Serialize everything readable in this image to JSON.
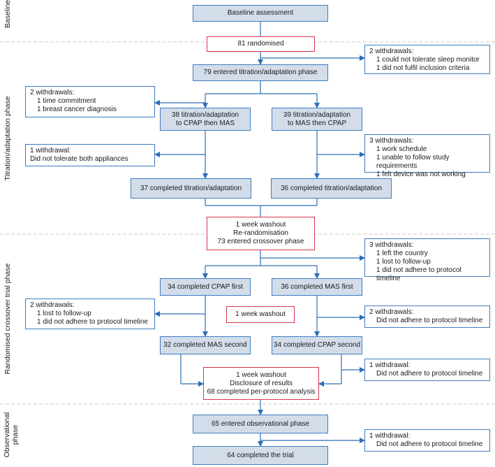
{
  "phases": {
    "baseline": "Baseline",
    "titration": "Titration/adaptation phase",
    "crossover": "Randomised crossover trial phase",
    "observational_line1": "Observational",
    "observational_line2": "phase"
  },
  "boxes": {
    "baseline_assessment": "Baseline assessment",
    "randomised": "81 randomised",
    "entered_titration": "79 entered titration/adaptation phase",
    "cpap_then_mas": [
      "38 titration/adaptation",
      "to CPAP then MAS"
    ],
    "mas_then_cpap": [
      "39 titration/adaptation",
      "to MAS then CPAP"
    ],
    "completed_left": "37 completed titration/adaptation",
    "completed_right": "36 completed titration/adaptation",
    "washout1": [
      "1 week washout",
      "Re-randomisation",
      "73 entered crossover phase"
    ],
    "cpap_first": "34 completed CPAP first",
    "mas_first": "36 completed MAS first",
    "washout2": "1 week washout",
    "mas_second": "32 completed MAS second",
    "cpap_second": "34 completed CPAP second",
    "washout3": [
      "1 week washout",
      "Disclosure of results",
      "68 completed per-protocol analysis"
    ],
    "entered_observational": "65 entered observational phase",
    "completed_trial": "64 completed the trial"
  },
  "withdrawals": {
    "w1": {
      "heading": "2 withdrawals:",
      "items": [
        "1 could not tolerate sleep monitor",
        "1 did not fulfil inclusion criteria"
      ]
    },
    "w2": {
      "heading": "2 withdrawals:",
      "items": [
        "1 time commitment",
        "1 breast cancer diagnosis"
      ]
    },
    "w3": {
      "heading": "1 withdrawal:",
      "items": [
        "Did not tolerate both appliances"
      ]
    },
    "w4": {
      "heading": "3 withdrawals:",
      "items": [
        "1 work schedule",
        "1 unable to follow study requirements",
        "1 felt device was not working"
      ]
    },
    "w5": {
      "heading": "3 withdrawals:",
      "items": [
        "1 left the country",
        "1 lost to follow-up",
        "1 did not adhere to protocol timeline"
      ]
    },
    "w6": {
      "heading": "2 withdrawals:",
      "items": [
        "1 lost to follow-up",
        "1 did not adhere to protocol timeline"
      ]
    },
    "w7": {
      "heading": "2 withdrawals:",
      "items": [
        "Did not adhere to protocol timeline"
      ]
    },
    "w8": {
      "heading": "1 withdrawal:",
      "items": [
        "Did not adhere to protocol timeline"
      ]
    },
    "w9": {
      "heading": "1 withdrawal:",
      "items": [
        "Did not adhere to protocol timeline"
      ]
    }
  },
  "colors": {
    "box_fill": "#d3ddea",
    "box_border": "#3e7cc0",
    "highlight_border": "#d9344f",
    "arrow": "#2f6db5",
    "divider": "#c8c8c8"
  }
}
